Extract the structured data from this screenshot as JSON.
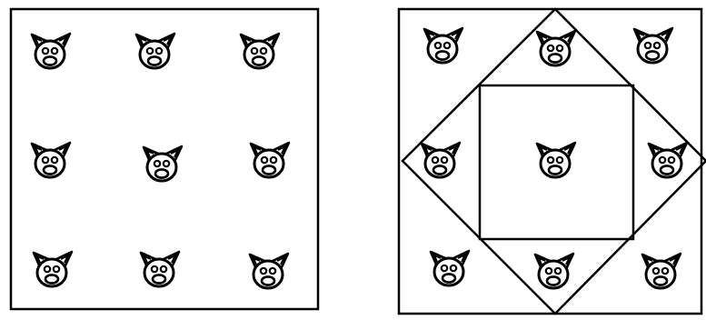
{
  "left_panel": {
    "shape": "square",
    "pig_count": 9
  },
  "right_panel": {
    "shapes": [
      "outer-square",
      "diamond",
      "inner-square"
    ],
    "pig_count": 9
  },
  "colors": {
    "stroke": "#000000",
    "background": "#ffffff"
  },
  "icon": "pig-face-icon"
}
